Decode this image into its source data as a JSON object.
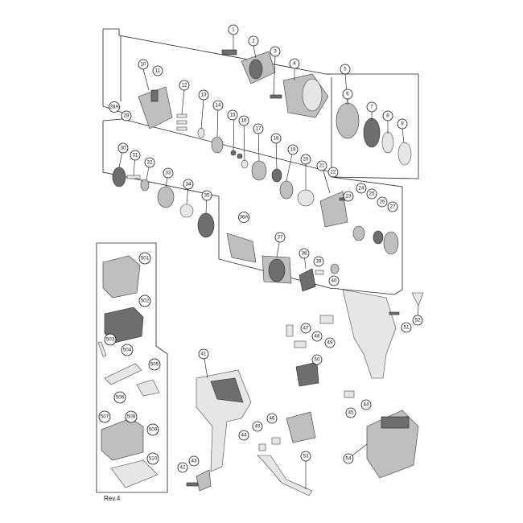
{
  "revision": "Rev.4",
  "callouts": [
    "1",
    "2",
    "3",
    "4",
    "5",
    "6",
    "7",
    "8",
    "9",
    "10",
    "11",
    "12",
    "13",
    "14",
    "15",
    "16",
    "17",
    "18",
    "19",
    "20",
    "21",
    "22",
    "23",
    "24",
    "25",
    "26",
    "27",
    "28A",
    "29",
    "30",
    "31",
    "32",
    "33",
    "34",
    "35",
    "36A",
    "37",
    "38",
    "39",
    "40",
    "41",
    "42",
    "43",
    "44",
    "44",
    "45",
    "45",
    "46",
    "47",
    "48",
    "49",
    "50",
    "51",
    "52",
    "53",
    "54",
    "501",
    "502",
    "503",
    "504",
    "505",
    "506",
    "507",
    "508",
    "509",
    "510"
  ]
}
